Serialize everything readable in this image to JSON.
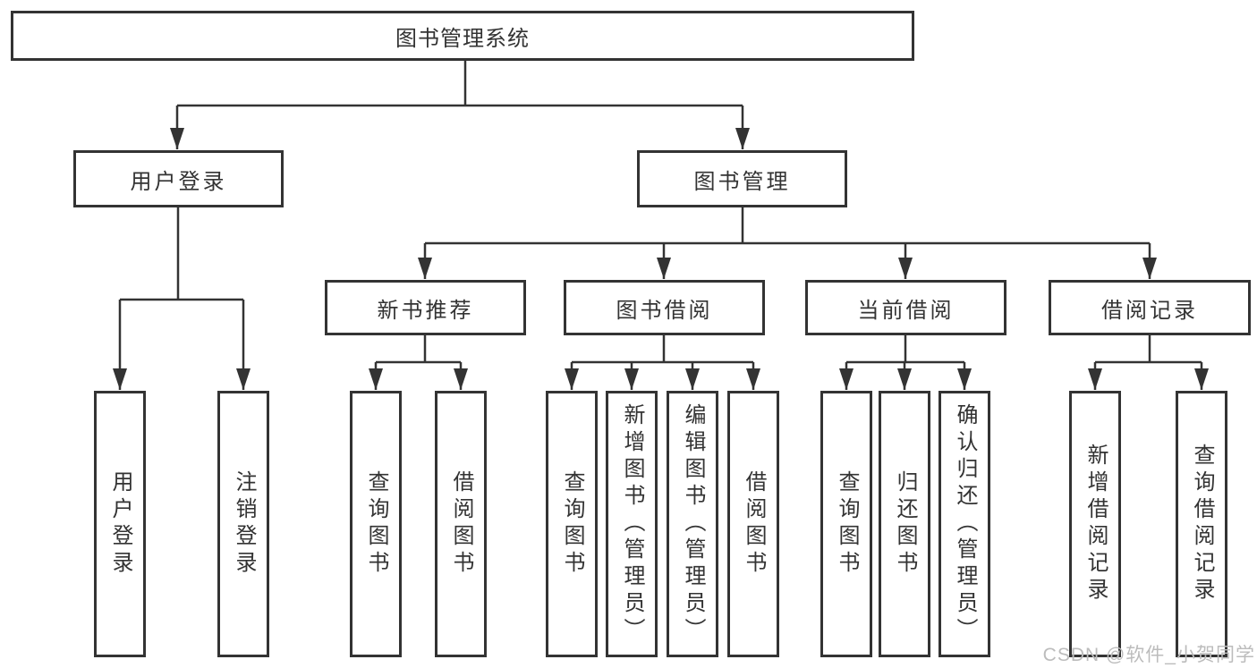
{
  "diagram": {
    "root": "图书管理系统",
    "level2": [
      "用户登录",
      "图书管理"
    ],
    "level3": [
      "新书推荐",
      "图书借阅",
      "当前借阅",
      "借阅记录"
    ],
    "leaves_user_login": [
      "用户登录",
      "注销登录"
    ],
    "leaves_new_books": [
      "查询图书",
      "借阅图书"
    ],
    "leaves_book_borrow": [
      "查询图书",
      "新增图书（管理员）",
      "编辑图书（管理员）",
      "借阅图书"
    ],
    "leaves_current_borrow": [
      "查询图书",
      "归还图书",
      "确认归还（管理员）"
    ],
    "leaves_borrow_records": [
      "新增借阅记录",
      "查询借阅记录"
    ],
    "colors": {
      "line": "#333333",
      "box_border": "#333333",
      "box_fill": "#ffffff",
      "text": "#333333",
      "watermark": "#bcbcbc"
    }
  },
  "watermark": {
    "text": "CSDN @软件_小贺同学"
  }
}
